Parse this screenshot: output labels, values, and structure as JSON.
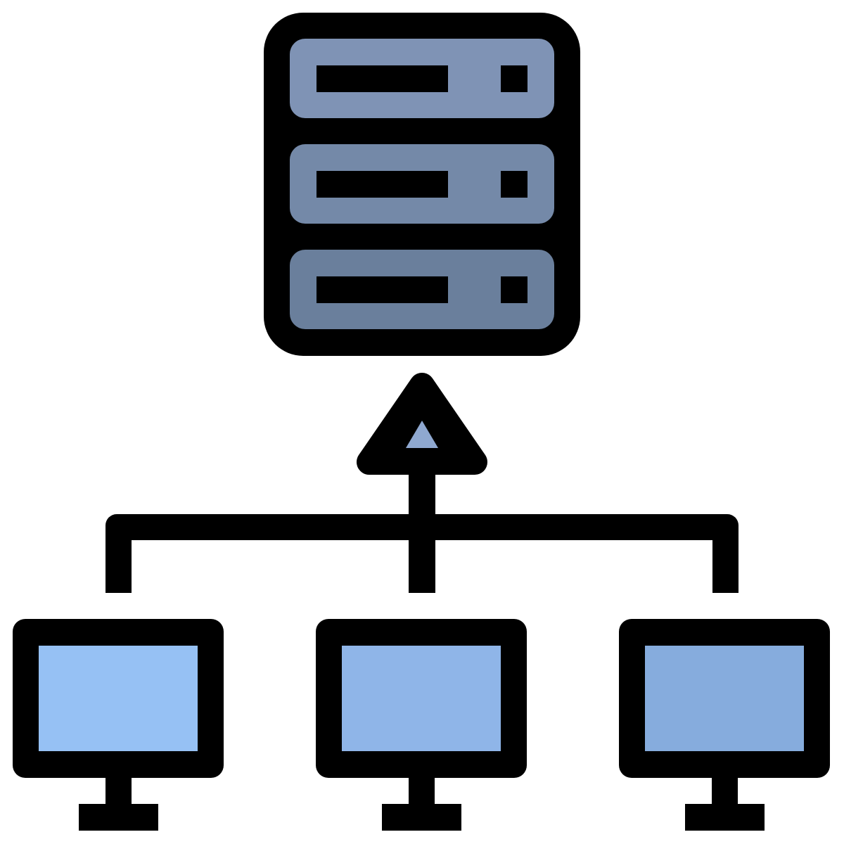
{
  "diagram": {
    "icon": "network-server-icon",
    "server": {
      "icon": "server-rack-icon",
      "units": [
        {
          "name": "server-unit-1",
          "fill": "#7f93b5"
        },
        {
          "name": "server-unit-2",
          "fill": "#7489a8"
        },
        {
          "name": "server-unit-3",
          "fill": "#6a7f9c"
        }
      ]
    },
    "arrow": {
      "icon": "upload-arrow-icon",
      "fill": "#8fa8d0"
    },
    "computers": [
      {
        "name": "computer-1",
        "icon": "monitor-icon",
        "screen_fill": "#96c1f4"
      },
      {
        "name": "computer-2",
        "icon": "monitor-icon",
        "screen_fill": "#8fb5e8"
      },
      {
        "name": "computer-3",
        "icon": "monitor-icon",
        "screen_fill": "#86acdd"
      }
    ],
    "outline_color": "#000000",
    "background": "#ffffff"
  }
}
